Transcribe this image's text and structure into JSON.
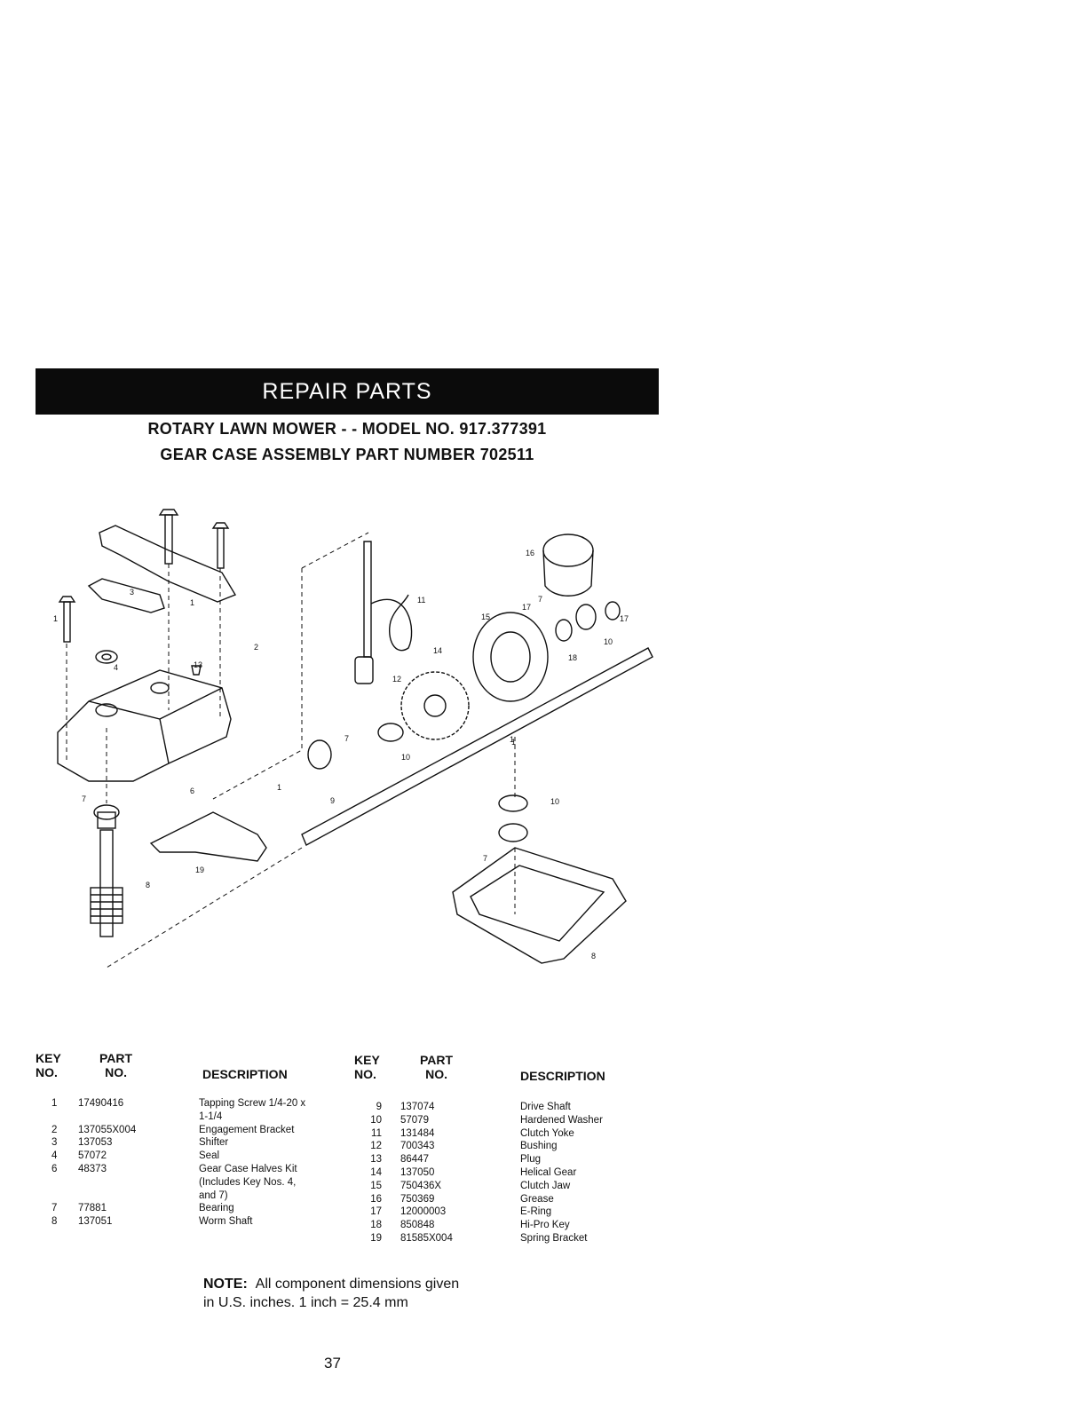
{
  "banner": "REPAIR PARTS",
  "heading_model": "ROTARY LAWN MOWER - - MODEL NO. 917.377391",
  "heading_assembly": "GEAR CASE ASSEMBLY PART NUMBER  702511",
  "columns": {
    "key_line1": "KEY",
    "key_line2": "NO.",
    "part_line1": "PART",
    "part_line2": "NO.",
    "description": "DESCRIPTION"
  },
  "parts_left": [
    {
      "key": "1",
      "part": "17490416",
      "desc": [
        "Tapping Screw  1/4-20 x",
        "1-1/4"
      ]
    },
    {
      "key": "2",
      "part": "137055X004",
      "desc": [
        "Engagement Bracket"
      ]
    },
    {
      "key": "3",
      "part": "137053",
      "desc": [
        "Shifter"
      ]
    },
    {
      "key": "4",
      "part": "57072",
      "desc": [
        "Seal"
      ]
    },
    {
      "key": "6",
      "part": "48373",
      "desc": [
        "Gear Case Halves Kit",
        "(Includes Key Nos. 4,",
        "and 7)"
      ]
    },
    {
      "key": "7",
      "part": "77881",
      "desc": [
        "Bearing"
      ]
    },
    {
      "key": "8",
      "part": "137051",
      "desc": [
        "Worm Shaft"
      ]
    }
  ],
  "parts_right": [
    {
      "key": "9",
      "part": "137074",
      "desc": "Drive Shaft"
    },
    {
      "key": "10",
      "part": "57079",
      "desc": "Hardened Washer"
    },
    {
      "key": "11",
      "part": "131484",
      "desc": "Clutch Yoke"
    },
    {
      "key": "12",
      "part": "700343",
      "desc": "Bushing"
    },
    {
      "key": "13",
      "part": "86447",
      "desc": "Plug"
    },
    {
      "key": "14",
      "part": "137050",
      "desc": "Helical Gear"
    },
    {
      "key": "15",
      "part": "750436X",
      "desc": "Clutch Jaw"
    },
    {
      "key": "16",
      "part": "750369",
      "desc": "Grease"
    },
    {
      "key": "17",
      "part": "12000003",
      "desc": "E-Ring"
    },
    {
      "key": "18",
      "part": "850848",
      "desc": "Hi-Pro Key"
    },
    {
      "key": "19",
      "part": "81585X004",
      "desc": "Spring Bracket"
    }
  ],
  "note_label": "NOTE:",
  "note_text": "All component dimensions given",
  "note_text2": "in U.S. inches. 1 inch = 25.4 mm",
  "page_number": "37",
  "diagram_callouts": [
    "1",
    "1",
    "1",
    "2",
    "3",
    "4",
    "13",
    "6",
    "7",
    "8",
    "19",
    "1",
    "11",
    "12",
    "14",
    "15",
    "16",
    "17",
    "7",
    "17",
    "10",
    "18",
    "7",
    "10",
    "9",
    "1",
    "10",
    "7",
    "8"
  ]
}
